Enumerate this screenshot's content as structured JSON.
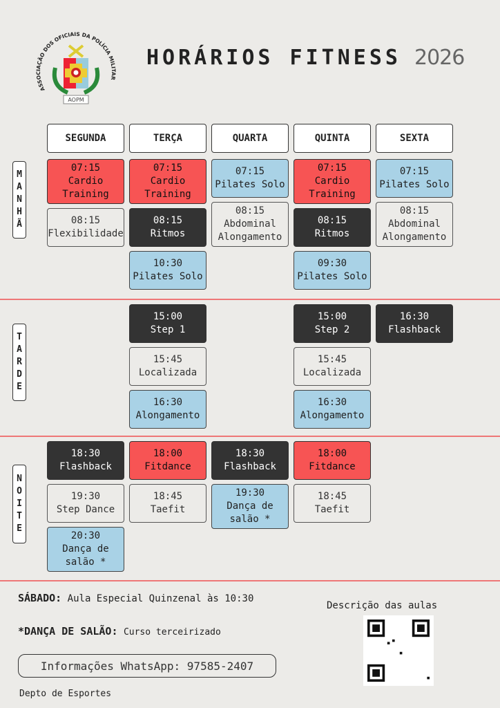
{
  "header": {
    "title": "HORÁRIOS FITNESS",
    "year": "2026",
    "logo_text": "ASSOCIAÇÃO DOS OFICIAIS DA POLÍCIA MILITAR",
    "logo_badge": "AOPM"
  },
  "days": [
    "SEGUNDA",
    "TERÇA",
    "QUARTA",
    "QUINTA",
    "SEXTA"
  ],
  "periods": [
    {
      "label": "MANHÃ",
      "columns": [
        [
          {
            "time": "07:15",
            "name": "Cardio Training",
            "style": "red"
          },
          {
            "time": "08:15",
            "name": "Flexibilidade",
            "style": "light"
          }
        ],
        [
          {
            "time": "07:15",
            "name": "Cardio Training",
            "style": "red"
          },
          {
            "time": "08:15",
            "name": "Ritmos",
            "style": "dark"
          },
          {
            "time": "10:30",
            "name": "Pilates Solo",
            "style": "blue"
          }
        ],
        [
          {
            "time": "07:15",
            "name": "Pilates Solo",
            "style": "blue"
          },
          {
            "time": "08:15",
            "name": "Abdominal Alongamento",
            "style": "light"
          }
        ],
        [
          {
            "time": "07:15",
            "name": "Cardio Training",
            "style": "red"
          },
          {
            "time": "08:15",
            "name": "Ritmos",
            "style": "dark"
          },
          {
            "time": "09:30",
            "name": "Pilates Solo",
            "style": "blue"
          }
        ],
        [
          {
            "time": "07:15",
            "name": "Pilates Solo",
            "style": "blue"
          },
          {
            "time": "08:15",
            "name": "Abdominal Alongamento",
            "style": "light"
          }
        ]
      ]
    },
    {
      "label": "TARDE",
      "columns": [
        [],
        [
          {
            "time": "15:00",
            "name": "Step 1",
            "style": "dark"
          },
          {
            "time": "15:45",
            "name": "Localizada",
            "style": "light"
          },
          {
            "time": "16:30",
            "name": "Alongamento",
            "style": "blue"
          }
        ],
        [],
        [
          {
            "time": "15:00",
            "name": "Step 2",
            "style": "dark"
          },
          {
            "time": "15:45",
            "name": "Localizada",
            "style": "light"
          },
          {
            "time": "16:30",
            "name": "Alongamento",
            "style": "blue"
          }
        ],
        [
          {
            "time": "16:30",
            "name": "Flashback",
            "style": "dark"
          }
        ]
      ]
    },
    {
      "label": "NOITE",
      "columns": [
        [
          {
            "time": "18:30",
            "name": "Flashback",
            "style": "dark"
          },
          {
            "time": "19:30",
            "name": "Step Dance",
            "style": "light"
          },
          {
            "time": "20:30",
            "name": "Dança de salão *",
            "style": "blue"
          }
        ],
        [
          {
            "time": "18:00",
            "name": "Fitdance",
            "style": "red"
          },
          {
            "time": "18:45",
            "name": "Taefit",
            "style": "light"
          }
        ],
        [
          {
            "time": "18:30",
            "name": "Flashback",
            "style": "dark"
          },
          {
            "time": "19:30",
            "name": "Dança de salão *",
            "style": "blue"
          }
        ],
        [
          {
            "time": "18:00",
            "name": "Fitdance",
            "style": "red"
          },
          {
            "time": "18:45",
            "name": "Taefit",
            "style": "light"
          }
        ],
        []
      ]
    }
  ],
  "footer": {
    "sabado_label": "SÁBADO:",
    "sabado_text": "Aula Especial Quinzenal às 10:30",
    "danca_label": "*DANÇA DE SALÃO:",
    "danca_text": "Curso terceirizado",
    "whatsapp": "Informações WhatsApp: 97585-2407",
    "dept": "Depto de Esportes",
    "qr_label": "Descrição das aulas"
  }
}
